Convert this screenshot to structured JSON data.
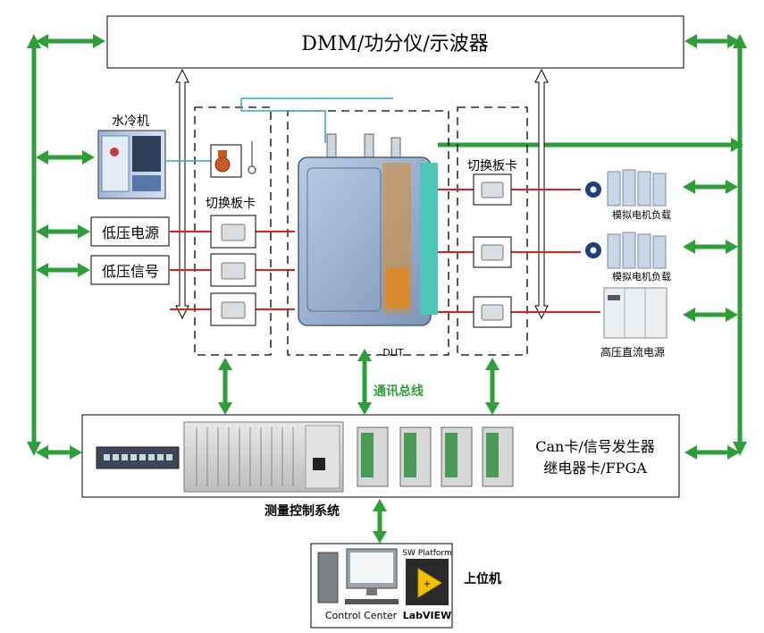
{
  "colors": {
    "green": "#2e9e3a",
    "red": "#e02020",
    "blue": "#2aa7c9",
    "dut_teal": "#4cc7b8",
    "dut_body": "#8ea8c8",
    "dut_orange": "#d98a2c",
    "label_green": "#2e9e3a",
    "black": "#000000"
  },
  "instruments_box": {
    "title": "DMM/功分仪/示波器"
  },
  "left_devices": {
    "water_chiller": "水冷机",
    "low_voltage_power": "低压电源",
    "low_voltage_signal": "低压信号"
  },
  "switch_cards": {
    "left_label": "切换板卡",
    "right_label": "切换板卡"
  },
  "dut": {
    "label": "DUT"
  },
  "right_devices": {
    "motor_load_1": "模拟电机负载",
    "motor_load_2": "模拟电机负载",
    "hv_dc_supply": "高压直流电源"
  },
  "comm_bus": {
    "label": "通讯总线"
  },
  "control_system": {
    "line1": "Can卡/信号发生器",
    "line2": "继电器卡/FPGA",
    "caption": "测量控制系统"
  },
  "host": {
    "control_center": "Control Center",
    "sw_platform": "SW Platform",
    "labview": "LabVIEW",
    "host_label": "上位机"
  }
}
